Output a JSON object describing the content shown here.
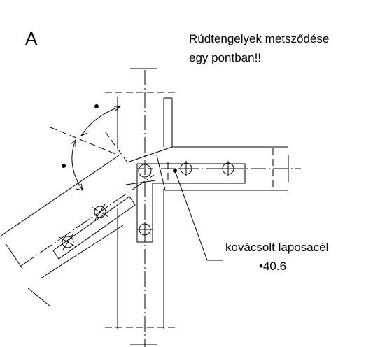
{
  "drawing": {
    "panel_letter": "A",
    "note": {
      "line1": "Rúdtengelyek metsződése",
      "line2": "egy pontban!!"
    },
    "callout": {
      "line1": "kovácsolt laposacél",
      "line2": "•40.6"
    }
  }
}
